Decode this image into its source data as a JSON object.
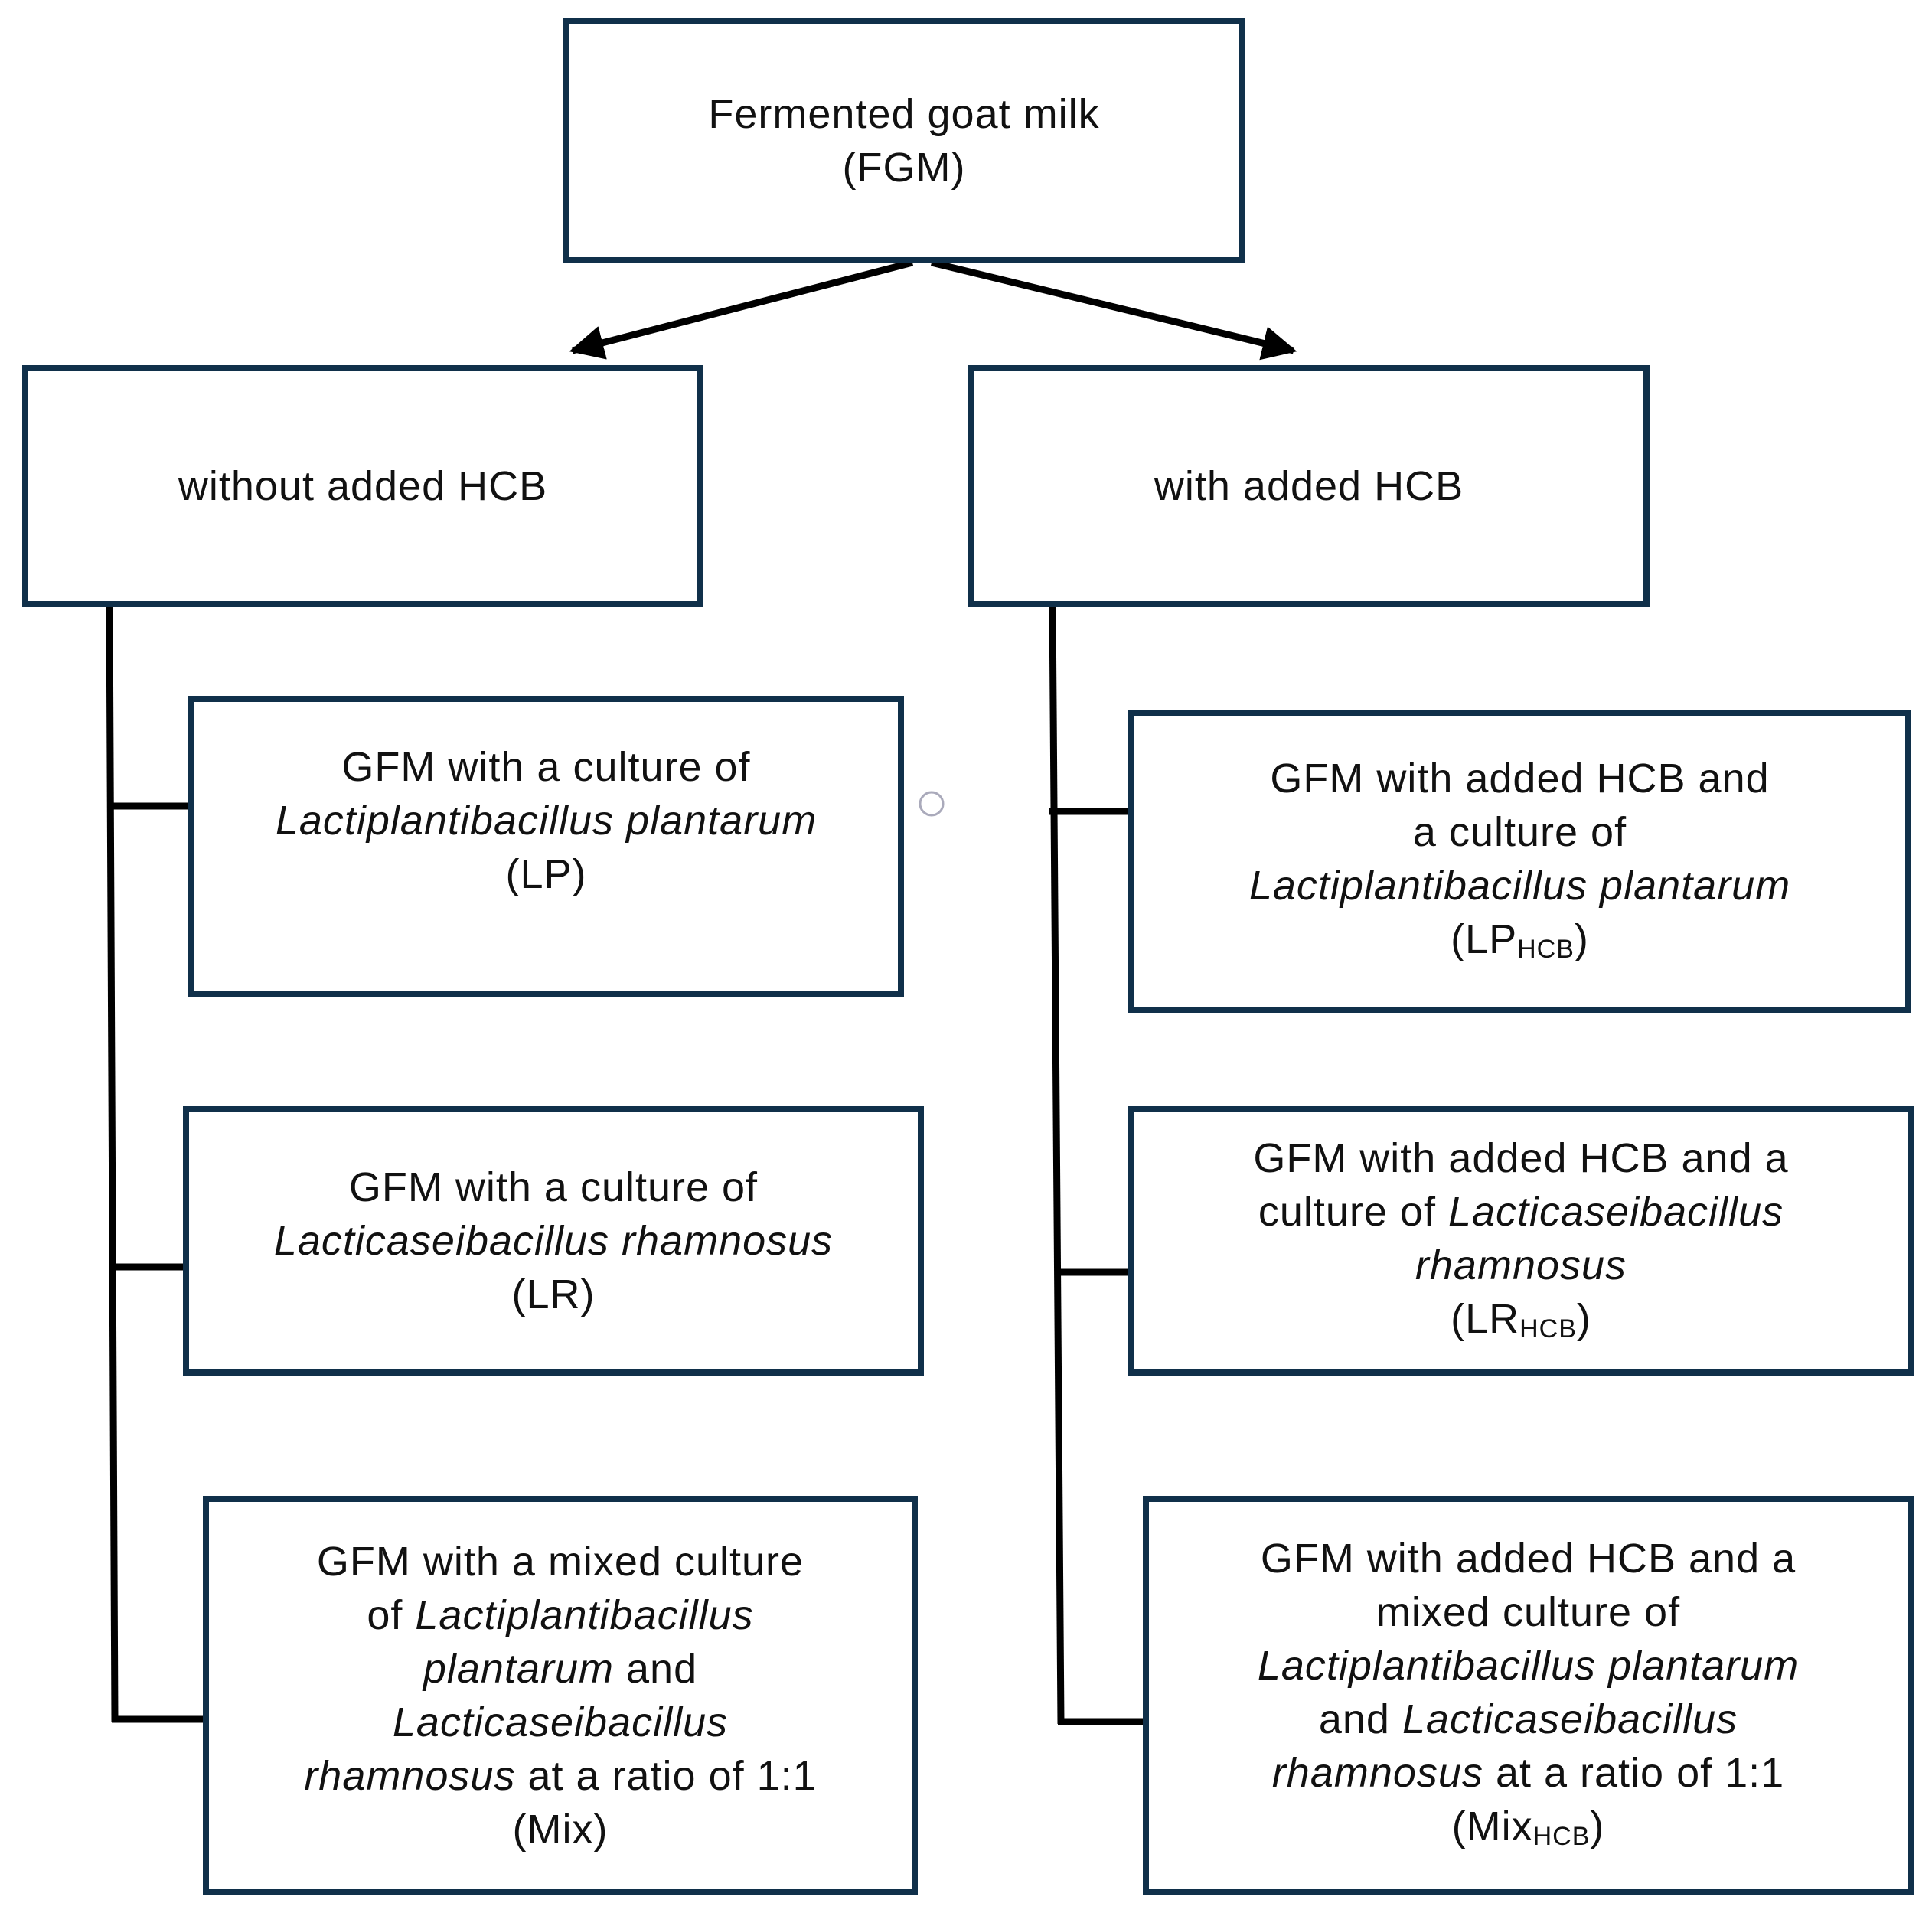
{
  "colors": {
    "box_border": "#10304a",
    "connector": "#000000"
  },
  "root": {
    "lines": [
      [
        {
          "t": "Fermented goat milk"
        }
      ],
      [
        {
          "t": "(FGM)"
        }
      ]
    ]
  },
  "groups": [
    {
      "name": "without-hcb",
      "header": {
        "lines": [
          [
            {
              "t": "without added HCB"
            }
          ]
        ]
      },
      "children": [
        {
          "lines": [
            [
              {
                "t": "GFM with a culture of"
              }
            ],
            [
              {
                "t": "Lactiplantibacillus plantarum",
                "s": "it"
              }
            ],
            [
              {
                "t": "(LP)"
              }
            ]
          ]
        },
        {
          "lines": [
            [
              {
                "t": "GFM with a culture of"
              }
            ],
            [
              {
                "t": "Lacticaseibacillus rhamnosus",
                "s": "it"
              }
            ],
            [
              {
                "t": "(LR)"
              }
            ]
          ]
        },
        {
          "lines": [
            [
              {
                "t": "GFM with a mixed culture"
              }
            ],
            [
              {
                "t": "of "
              },
              {
                "t": "Lactiplantibacillus",
                "s": "it"
              }
            ],
            [
              {
                "t": "plantarum",
                "s": "it"
              },
              {
                "t": " and"
              }
            ],
            [
              {
                "t": "Lacticaseibacillus",
                "s": "it"
              }
            ],
            [
              {
                "t": "rhamnosus",
                "s": "it"
              },
              {
                "t": " at a ratio of 1:1"
              }
            ],
            [
              {
                "t": "(Mix)"
              }
            ]
          ]
        }
      ]
    },
    {
      "name": "with-hcb",
      "header": {
        "lines": [
          [
            {
              "t": "with added HCB"
            }
          ]
        ]
      },
      "children": [
        {
          "lines": [
            [
              {
                "t": "GFM with added  HCB and"
              }
            ],
            [
              {
                "t": "a culture of"
              }
            ],
            [
              {
                "t": "Lactiplantibacillus plantarum",
                "s": "it"
              }
            ],
            [
              {
                "t": "(LP"
              },
              {
                "t": "HCB",
                "s": "sub"
              },
              {
                "t": ")"
              }
            ]
          ]
        },
        {
          "lines": [
            [
              {
                "t": "GFM with added HCB and  a"
              }
            ],
            [
              {
                "t": "culture of "
              },
              {
                "t": "Lacticaseibacillus",
                "s": "it"
              }
            ],
            [
              {
                "t": "rhamnosus",
                "s": "it"
              }
            ],
            [
              {
                "t": "(LR"
              },
              {
                "t": "HCB",
                "s": "sub"
              },
              {
                "t": ")"
              }
            ]
          ]
        },
        {
          "lines": [
            [
              {
                "t": "GFM with added HCB and a"
              }
            ],
            [
              {
                "t": "mixed culture of"
              }
            ],
            [
              {
                "t": "Lactiplantibacillus plantarum",
                "s": "it"
              }
            ],
            [
              {
                "t": "and "
              },
              {
                "t": "Lacticaseibacillus",
                "s": "it"
              }
            ],
            [
              {
                "t": "rhamnosus",
                "s": "it"
              },
              {
                "t": " at a ratio of 1:1"
              }
            ],
            [
              {
                "t": "(Mix"
              },
              {
                "t": "HCB",
                "s": "sub"
              },
              {
                "t": ")"
              }
            ]
          ]
        }
      ]
    }
  ]
}
